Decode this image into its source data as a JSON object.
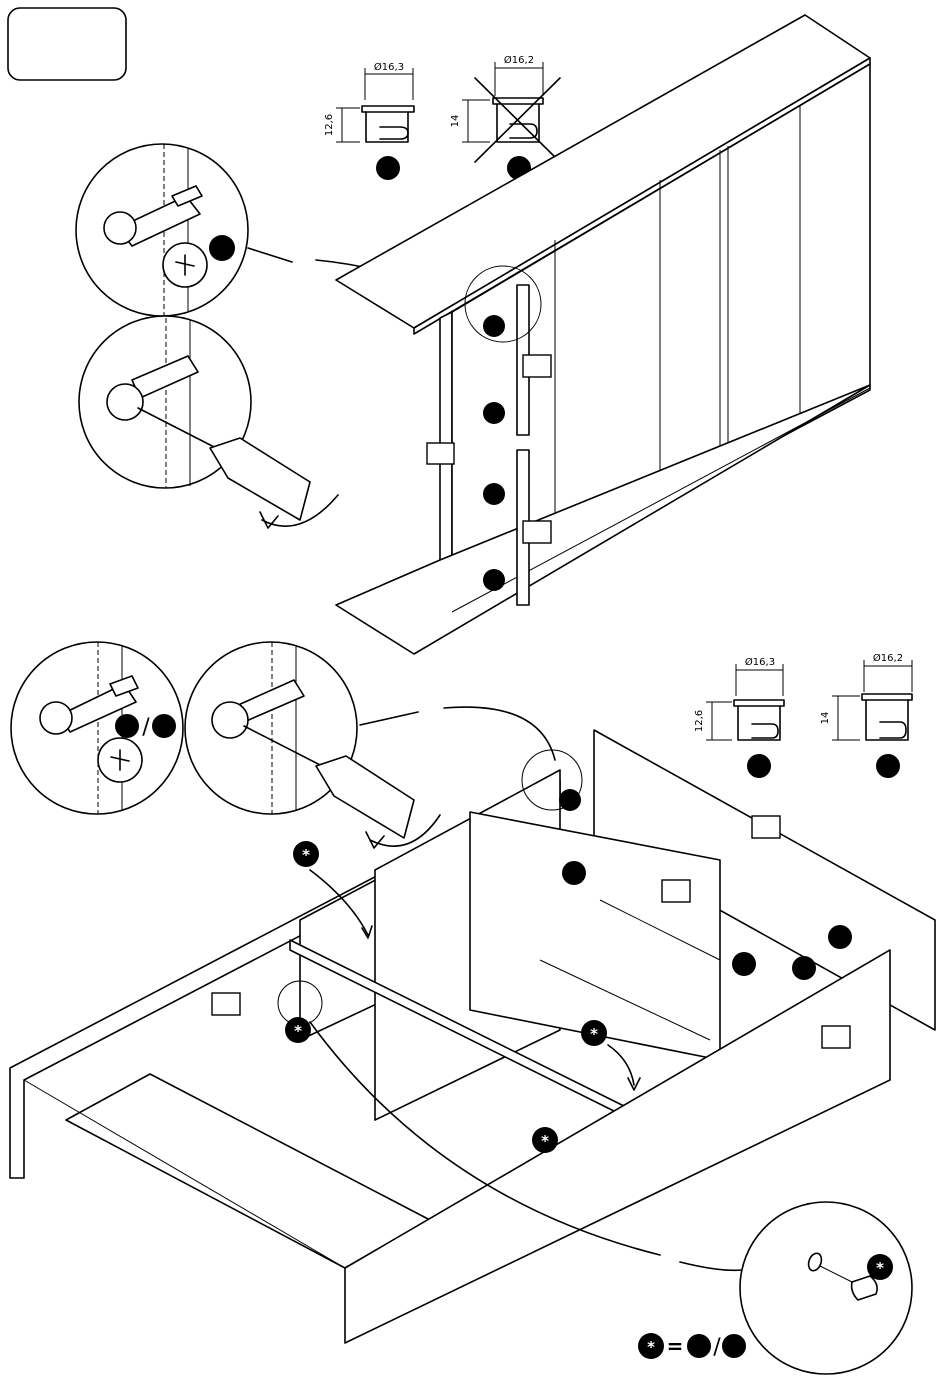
{
  "step_badge": "",
  "top": {
    "fitting_a": {
      "diameter": "Ø16,3",
      "height": "12,6"
    },
    "fitting_b": {
      "diameter": "Ø16,2",
      "height": "14"
    }
  },
  "bottom": {
    "fitting_a": {
      "diameter": "Ø16,3",
      "height": "12,6"
    },
    "fitting_b": {
      "diameter": "Ø16,2",
      "height": "14"
    },
    "asterisk": "*",
    "slash": "/",
    "equals": "="
  }
}
